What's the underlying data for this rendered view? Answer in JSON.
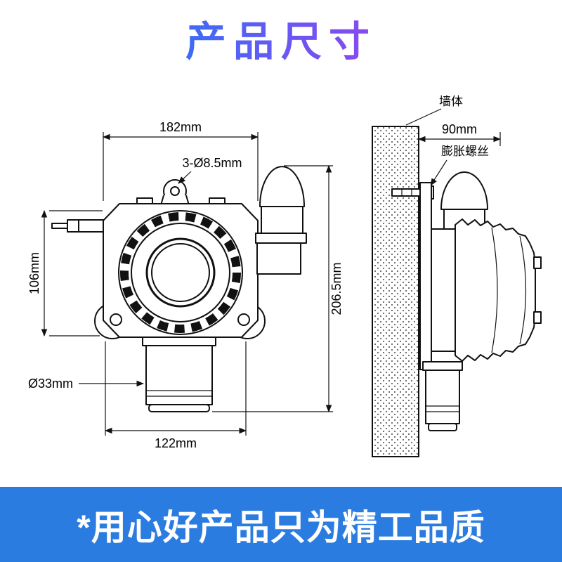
{
  "page": {
    "title": "产品尺寸",
    "slogan": "*用心好产品只为精工品质"
  },
  "colors": {
    "title_gradient_start": "#3d6bf5",
    "title_gradient_end": "#8b48ee",
    "banner_bg": "#2b7ce0",
    "line_color": "#111111"
  },
  "front_view": {
    "dim_top": "182mm",
    "dim_holes": "3-Ø8.5mm",
    "dim_left": "106mm",
    "dim_right": "206.5mm",
    "dim_bottom": "122mm",
    "dim_sensor": "Ø33mm"
  },
  "side_view": {
    "wall_label": "墙体",
    "dim_depth": "90mm",
    "screw_label": "膨胀螺丝"
  }
}
